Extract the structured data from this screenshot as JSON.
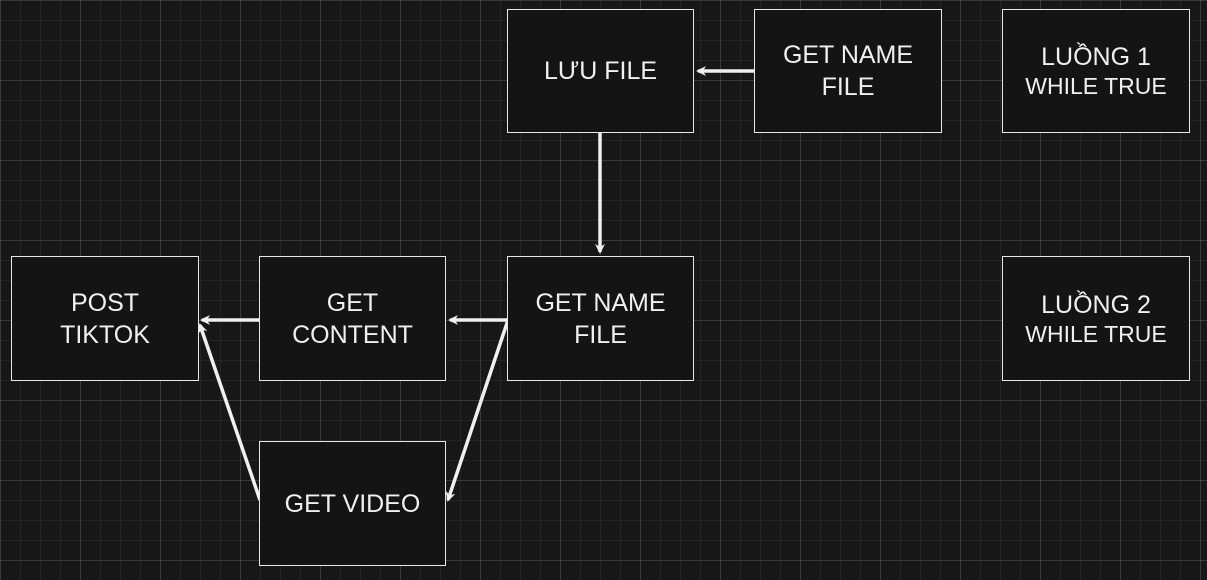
{
  "diagram": {
    "nodes": {
      "luu_file": {
        "label": "LƯU FILE"
      },
      "get_name_file_top": {
        "label": "GET NAME\nFILE"
      },
      "luong_1": {
        "title": "LUỒNG 1",
        "subtitle": "WHILE TRUE"
      },
      "post_tiktok": {
        "label": "POST\nTIKTOK"
      },
      "get_content": {
        "label": "GET\nCONTENT"
      },
      "get_name_file_mid": {
        "label": "GET NAME\nFILE"
      },
      "luong_2": {
        "title": "LUỒNG 2",
        "subtitle": "WHILE TRUE"
      },
      "get_video": {
        "label": "GET VIDEO"
      }
    },
    "edges": [
      {
        "from": "get_name_file_top",
        "to": "luu_file"
      },
      {
        "from": "luu_file",
        "to": "get_name_file_mid"
      },
      {
        "from": "get_name_file_mid",
        "to": "get_content"
      },
      {
        "from": "get_name_file_mid",
        "to": "get_video"
      },
      {
        "from": "get_content",
        "to": "post_tiktok"
      },
      {
        "from": "get_video",
        "to": "post_tiktok"
      }
    ],
    "colors": {
      "background": "#171717",
      "grid": "#3a3a3a",
      "node_border": "#e8e8e8",
      "node_fill": "#141414",
      "text": "#f0f0f0",
      "edge": "#f0f0f0"
    }
  }
}
